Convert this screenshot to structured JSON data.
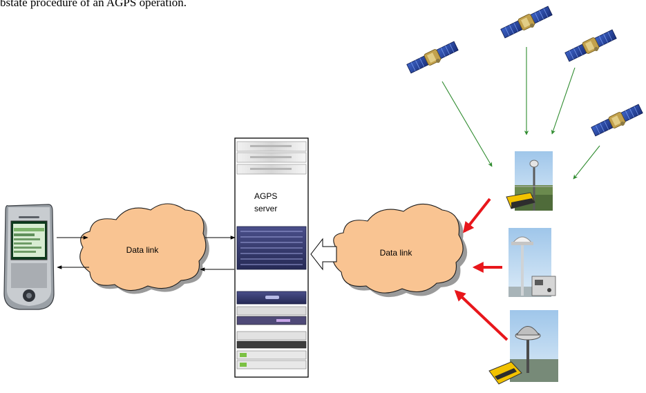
{
  "header_fragment": "bstate procedure of an AGPS operation.",
  "diagram": {
    "left_cloud_label": "Data link",
    "right_cloud_label": "Data link",
    "server_label_line1": "AGPS",
    "server_label_line2": "server"
  },
  "colors": {
    "cloud_fill": "#f9c492",
    "satellite_arrow": "#2e8b2e",
    "reference_arrow": "#e8161b",
    "link_arrow": "#000000"
  }
}
